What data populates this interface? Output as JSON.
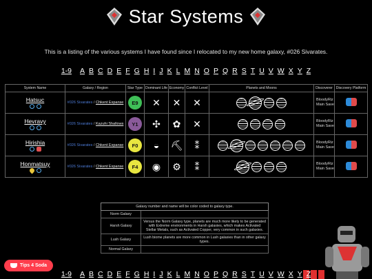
{
  "page_title": "Star Systems",
  "intro": "This is a listing of the various systems I have found since I relocated to my new home galaxy, #026 Sivarates.",
  "alphabet": [
    "1-9",
    "A",
    "B",
    "C",
    "D",
    "E",
    "F",
    "G",
    "H",
    "I",
    "J",
    "K",
    "L",
    "M",
    "N",
    "O",
    "P",
    "Q",
    "R",
    "S",
    "T",
    "U",
    "V",
    "W",
    "X",
    "Y",
    "Z"
  ],
  "table": {
    "headers": [
      "System Name",
      "Galaxy / Region",
      "Star Type",
      "Dominant Life",
      "Economy",
      "Conflict Level",
      "Planets and Moons",
      "Discoverer",
      "Discovery Platform"
    ],
    "rows": [
      {
        "name": "Hatsuc",
        "galaxy": "#026 Sivarates",
        "region": "Chkent Expanse",
        "star": "E9",
        "star_color": "#3fbf57",
        "life": "✕",
        "economy": "✕",
        "conflict": "✕",
        "discoverer": "BloodyRiz Main Save",
        "planets": [
          "p",
          "r",
          "p",
          "p"
        ]
      },
      {
        "name": "Hevravy",
        "galaxy": "#026 Sivarates",
        "region": "Kazuhi Shallows",
        "star": "Y1",
        "star_color": "#8a5a9a",
        "life": "✣",
        "economy": "✿",
        "conflict": "✕",
        "discoverer": "BloodyRiz Main Save",
        "planets": [
          "p",
          "p",
          "p",
          "p"
        ]
      },
      {
        "name": "Hirishia",
        "galaxy": "#026 Sivarates",
        "region": "Chkent Expanse",
        "star": "F0",
        "star_color": "#e8e640",
        "life": "◒",
        "economy": "⛏",
        "conflict": "⁑",
        "discoverer": "BloodyRiz Main Save",
        "planets": [
          "p",
          "r",
          "p",
          "p",
          "p",
          "p",
          "p"
        ]
      },
      {
        "name": "Honmatsuy",
        "galaxy": "#026 Sivarates",
        "region": "Chkent Expanse",
        "star": "F4",
        "star_color": "#e8e640",
        "life": "◉",
        "economy": "⚙",
        "conflict": "⁑",
        "discoverer": "BloodyRiz Main Save",
        "planets": [
          "r",
          "p",
          "p",
          "p"
        ]
      }
    ]
  },
  "legend": {
    "header": "Galaxy number and name will be color coded to galaxy type.",
    "rows": [
      {
        "label": "Norm Galaxy",
        "text": ""
      },
      {
        "label": "Harsh Galaxy",
        "text": "Versus the Norm Galaxy type, planets are much more likely to be generated with Extreme environments in Harsh galaxies, which makes Activated Stellar Metals, such as Activated Copper, very common in such galaxies."
      },
      {
        "label": "Lush Galaxy",
        "text": "Lush biome planets are more common in Lush galaxies than in other galaxy types."
      },
      {
        "label": "Normal Galaxy",
        "text": ""
      }
    ]
  },
  "tips_label": "Tips 4 Soda",
  "colors": {
    "norm": "#3b5bd6",
    "harsh": "#d24a4a",
    "lush": "#3c9c3c",
    "normal": "#4d7bd6",
    "switch_left": "#2d8bd9",
    "switch_right": "#e04a4a"
  }
}
